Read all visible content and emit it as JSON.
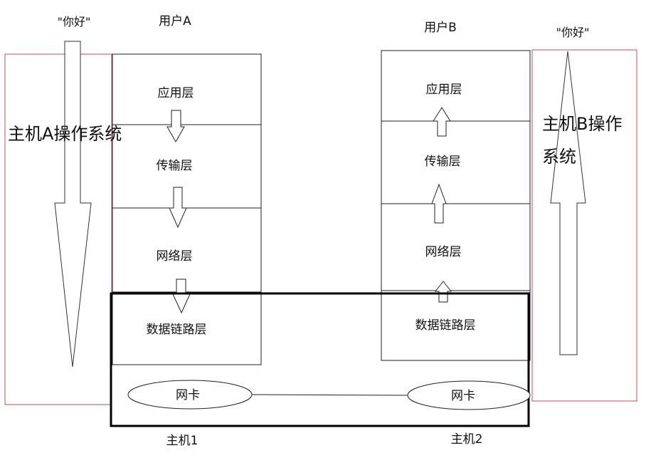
{
  "top_labels": {
    "hello_left": "\"你好\"",
    "hello_right": "\"你好\"",
    "user_a": "用户A",
    "user_b": "用户B"
  },
  "os_labels": {
    "host_a_os": "主机A操作系统",
    "host_b_os_line1": "主机B操作",
    "host_b_os_line2": "系统"
  },
  "stack_a": {
    "layers": [
      "应用层",
      "传输层",
      "网络层",
      "数据链路层"
    ]
  },
  "stack_b": {
    "layers": [
      "应用层",
      "传输层",
      "网络层",
      "数据链路层"
    ]
  },
  "nics": {
    "nic_a": "网卡",
    "nic_b": "网卡"
  },
  "hosts": {
    "host1": "主机1",
    "host2": "主机2"
  },
  "colors": {
    "os_border": "#c0504d",
    "line": "#222222",
    "host_border": "#000000"
  }
}
